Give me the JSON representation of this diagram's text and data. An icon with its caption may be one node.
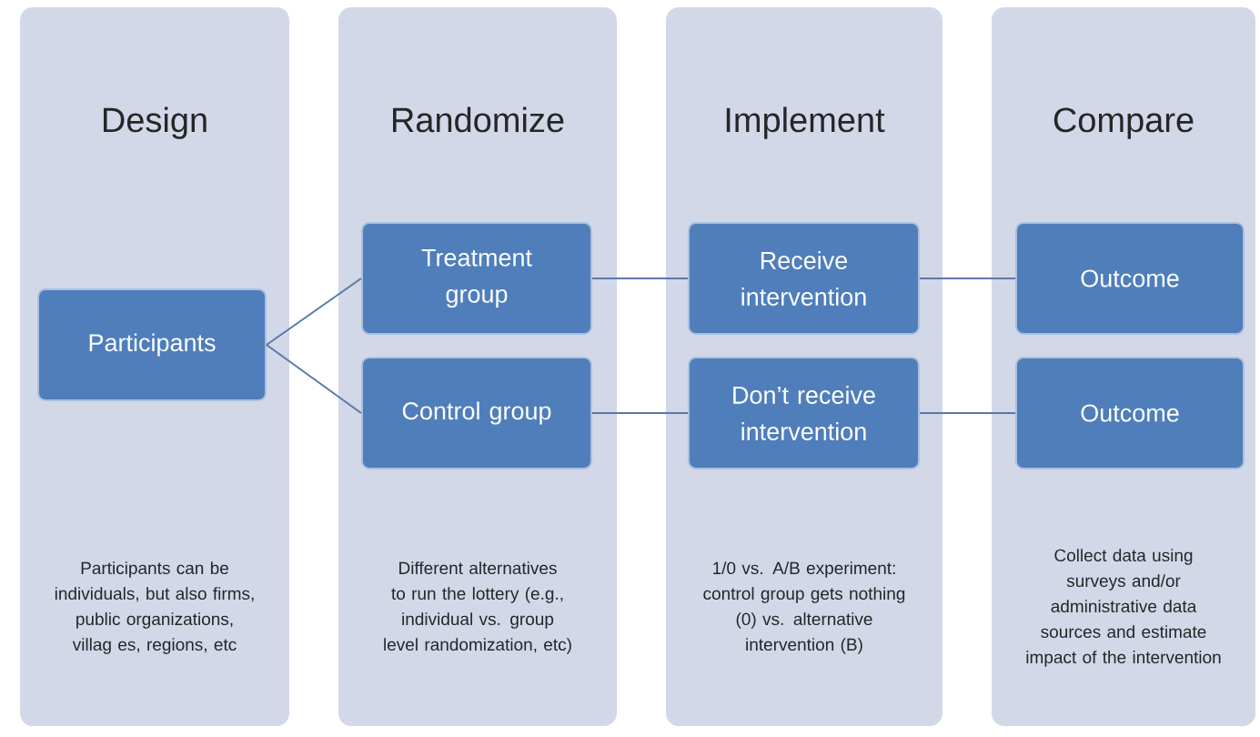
{
  "diagram": {
    "nodes": [
      {
        "text": [
          "Design",
          "Participants can be individuals, but also firms, public organizations, villag es, regions, etc"
        ]
      },
      {
        "text": [
          "Randomize",
          "Different alternatives to run the lottery (e.g., individual vs. group level randomization, etc)"
        ]
      },
      {
        "text": [
          "Implement",
          "1/0 vs. A/B experiment: control group gets nothing (0) vs. alternative intervention (B)"
        ]
      },
      {
        "text": [
          "Compare",
          "Collect data using surveys and/or administrative data sources and estimate impact of the intervention"
        ]
      },
      {
        "text": [
          "Participants"
        ],
        "in": 0
      },
      {
        "text": [
          "Treatment group"
        ],
        "in": 1
      },
      {
        "text": [
          "Control group"
        ],
        "in": 1
      },
      {
        "text": [
          "Receive intervention"
        ],
        "in": 2
      },
      {
        "text": [
          "Don’t receive intervention"
        ],
        "in": 2
      },
      {
        "text": [
          "Outcome"
        ],
        "in": 3
      },
      {
        "text": [
          "Outcome"
        ],
        "in": 3
      }
    ],
    "edges": [
      {
        "from": 4,
        "to": 5,
        "arrow": "none"
      },
      {
        "from": 4,
        "to": 6,
        "arrow": "none"
      },
      {
        "from": 5,
        "to": 7,
        "arrow": "none"
      },
      {
        "from": 6,
        "to": 8,
        "arrow": "none"
      },
      {
        "from": 7,
        "to": 9,
        "arrow": "none"
      },
      {
        "from": 8,
        "to": 10,
        "arrow": "none"
      }
    ]
  }
}
